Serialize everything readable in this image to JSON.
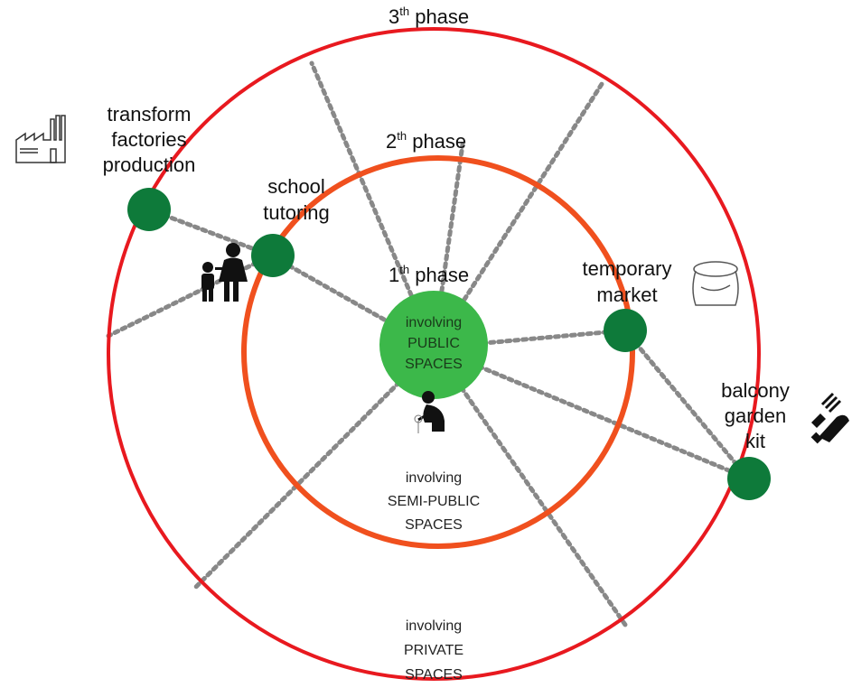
{
  "phases": {
    "phase3": {
      "num": "3",
      "sup": "th",
      "word": " phase"
    },
    "phase2": {
      "num": "2",
      "sup": "th",
      "word": " phase"
    },
    "phase1": {
      "num": "1",
      "sup": "th",
      "word": " phase"
    }
  },
  "rings": {
    "center": [
      "involving",
      "PUBLIC",
      "SPACES"
    ],
    "middle": [
      "involving",
      "SEMI-PUBLIC",
      "SPACES"
    ],
    "outer": [
      "involving",
      "PRIVATE",
      "SPACES"
    ]
  },
  "nodes": {
    "factories": [
      "transform",
      "factories",
      "production"
    ],
    "school": [
      "school",
      "tutoring"
    ],
    "market": [
      "temporary",
      "market"
    ],
    "balcony": [
      "balcony",
      "garden",
      "kit"
    ]
  },
  "colors": {
    "outer_ring": "#e8191f",
    "middle_ring": "#f0501e",
    "center_fill": "#3cb84a",
    "node_fill": "#0e7a3a",
    "dots": "#888888"
  },
  "icons": {
    "factory": "factory-icon",
    "family": "family-icon",
    "gardener": "gardener-icon",
    "sack": "sack-icon",
    "tools": "garden-tools-icon"
  }
}
